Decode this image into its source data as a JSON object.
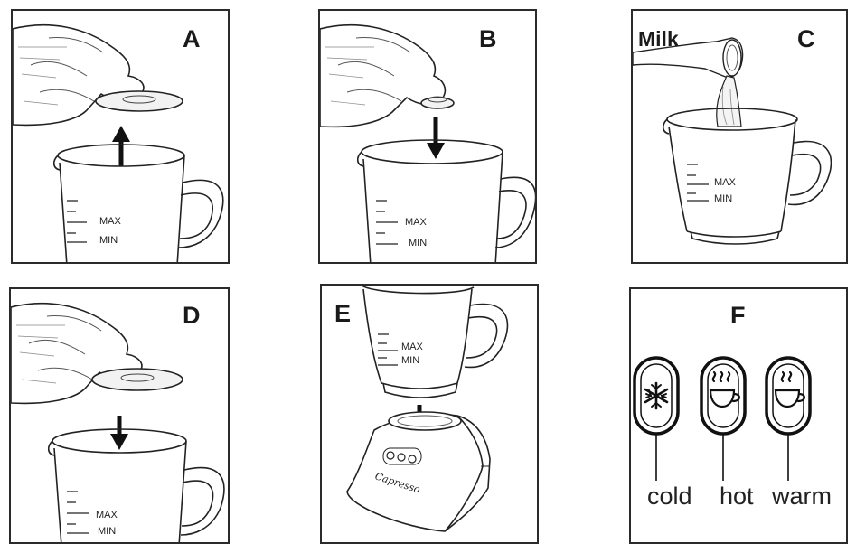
{
  "panels": {
    "a": {
      "letter": "A",
      "max": "MAX",
      "min": "MIN"
    },
    "b": {
      "letter": "B",
      "max": "MAX",
      "min": "MIN"
    },
    "c": {
      "letter": "C",
      "ingredient": "Milk",
      "max": "MAX",
      "min": "MIN"
    },
    "d": {
      "letter": "D",
      "max": "MAX",
      "min": "MIN"
    },
    "e": {
      "letter": "E",
      "max": "MAX",
      "min": "MIN",
      "brand": "Capresso"
    },
    "f": {
      "letter": "F",
      "buttons": [
        {
          "label": "cold",
          "icon": "snowflake-icon"
        },
        {
          "label": "hot",
          "icon": "steaming-cup-icon"
        },
        {
          "label": "warm",
          "icon": "steaming-cup-icon"
        }
      ]
    }
  }
}
